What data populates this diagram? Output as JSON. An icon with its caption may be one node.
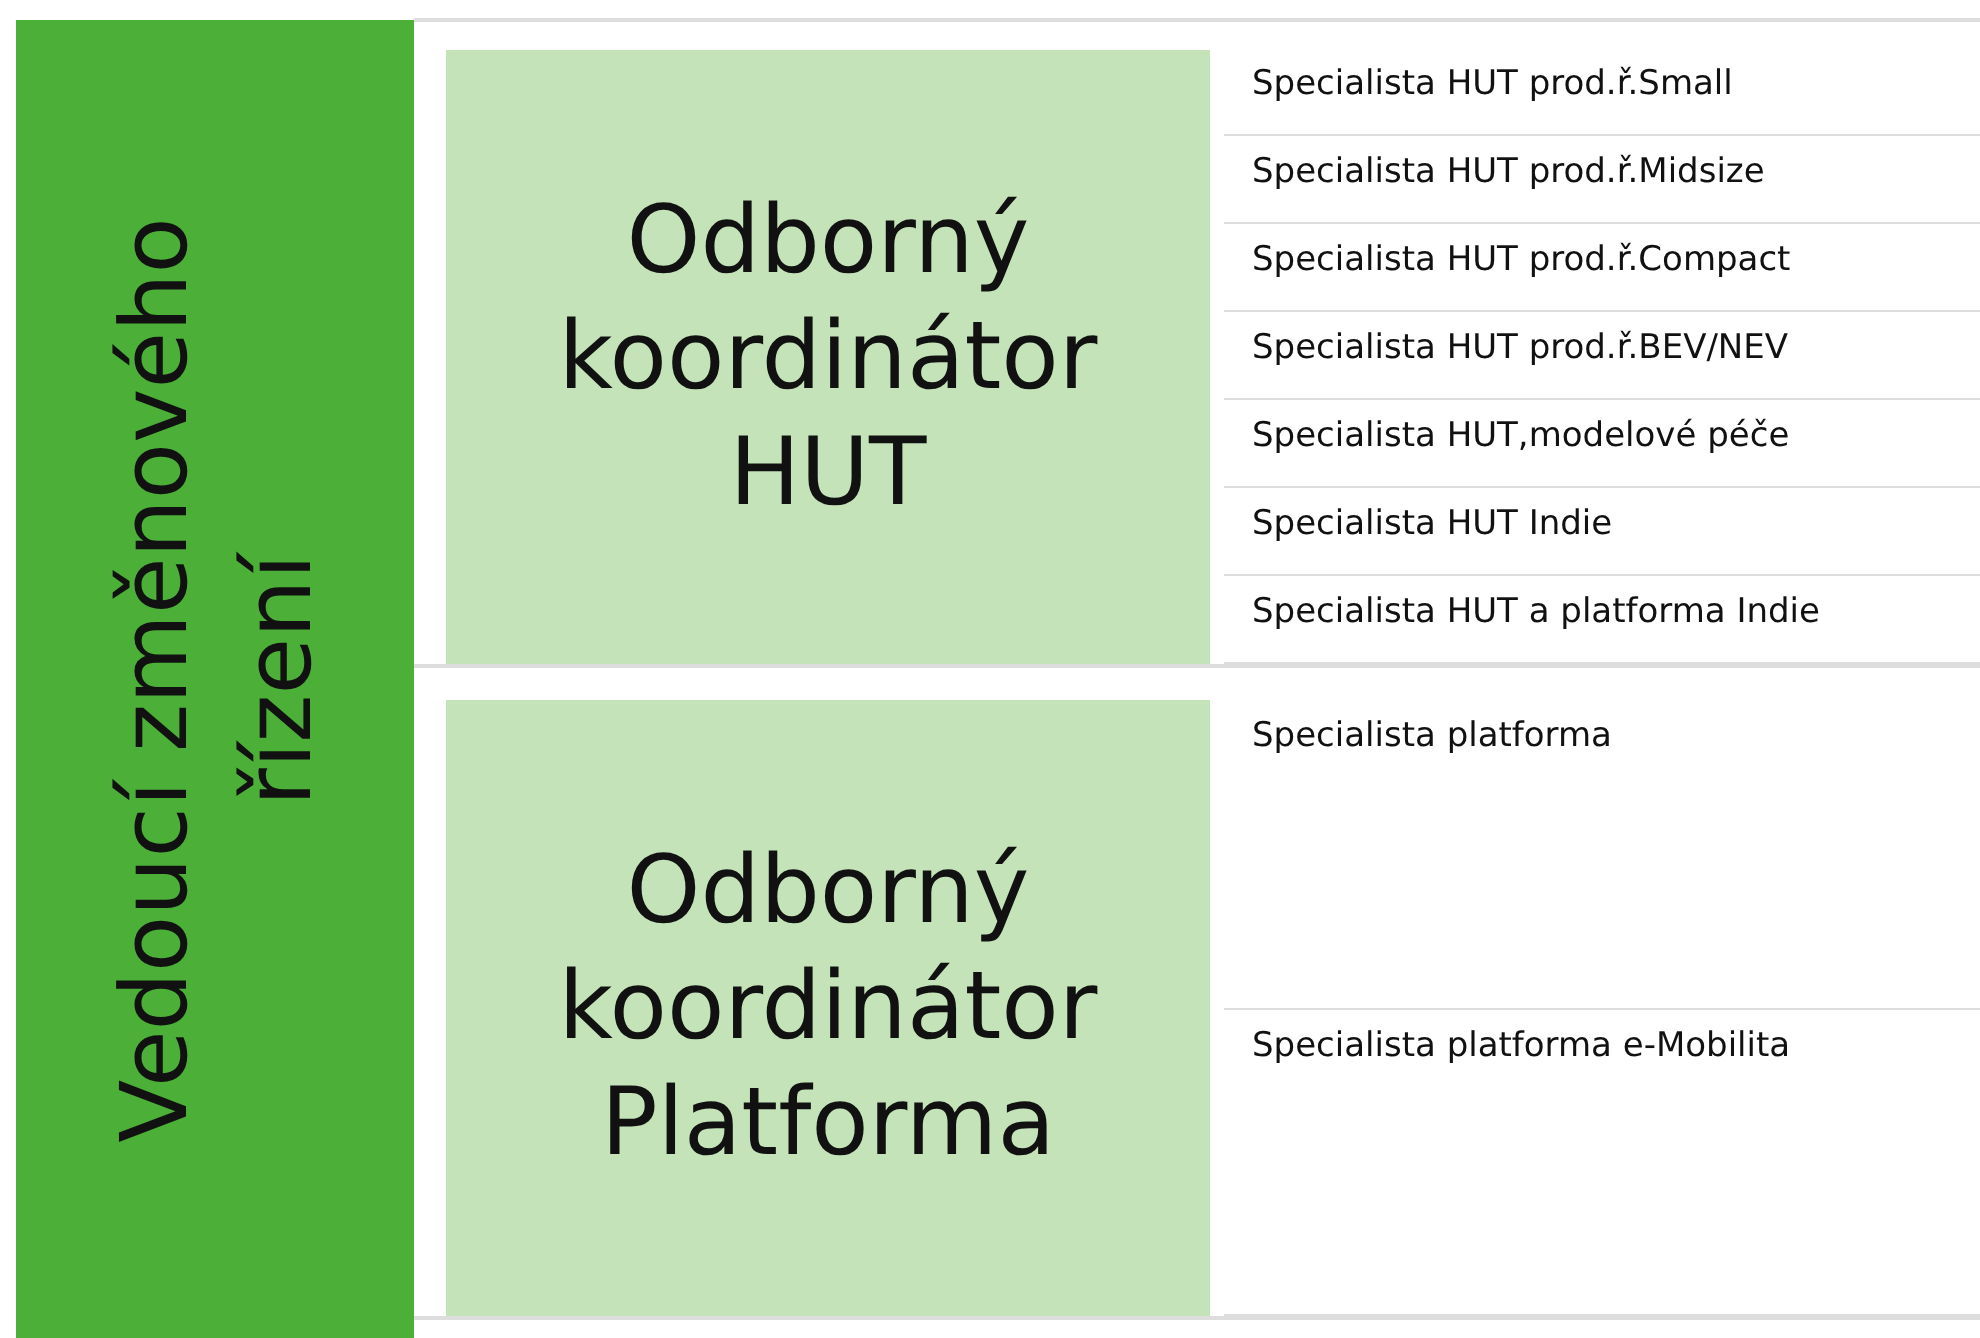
{
  "diagram": {
    "nodes": [
      {
        "text": [
          "Vedoucí změnového řízení"
        ]
      },
      {
        "text": [
          "Odborný koordinátor HUT"
        ]
      },
      {
        "text": [
          "Specialista HUT prod.ř.Small"
        ]
      },
      {
        "text": [
          "Specialista HUT prod.ř.Midsize"
        ]
      },
      {
        "text": [
          "Specialista HUT prod.ř.Compact"
        ]
      },
      {
        "text": [
          "Specialista HUT prod.ř.BEV/NEV"
        ]
      },
      {
        "text": [
          "Specialista HUT,modelové péče"
        ]
      },
      {
        "text": [
          "Specialista HUT Indie"
        ]
      },
      {
        "text": [
          "Specialista HUT a platforma Indie"
        ]
      },
      {
        "text": [
          "Odborný koordinátor Platforma"
        ]
      },
      {
        "text": [
          "Specialista platforma"
        ]
      },
      {
        "text": [
          "Specialista platforma e-Mobilita"
        ]
      }
    ]
  }
}
